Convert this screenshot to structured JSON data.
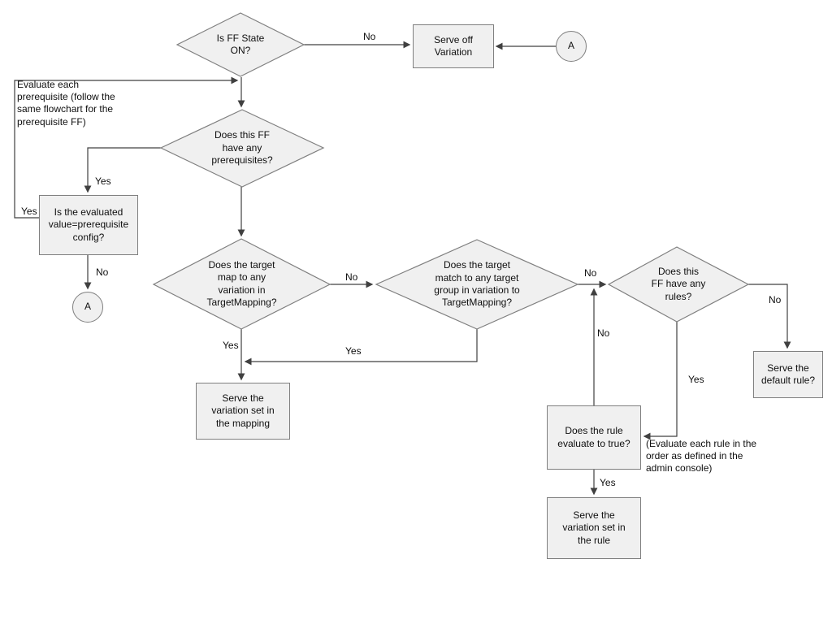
{
  "diagram": {
    "type": "flowchart",
    "subject": "Feature flag (FF) evaluation flow"
  },
  "nodes": {
    "d_ff_state": {
      "shape": "decision",
      "text": "Is FF State\nON?"
    },
    "p_serve_off": {
      "shape": "process",
      "text": "Serve off\nVariation"
    },
    "c_a_top": {
      "shape": "connector",
      "text": "A"
    },
    "d_prereqs": {
      "shape": "decision",
      "text": "Does this FF\nhave any\nprerequisites?"
    },
    "p_prereq_config": {
      "shape": "process",
      "text": "Is the evaluated\nvalue=prerequisite\nconfig?"
    },
    "c_a_left": {
      "shape": "connector",
      "text": "A"
    },
    "d_target_map": {
      "shape": "decision",
      "text": "Does the target\nmap to any\nvariation in\nTargetMapping?"
    },
    "d_target_group": {
      "shape": "decision",
      "text": "Does the target\nmatch to any target\ngroup in variation to\nTargetMapping?"
    },
    "d_rules": {
      "shape": "decision",
      "text": "Does this\nFF have any\nrules?"
    },
    "p_serve_mapping": {
      "shape": "process",
      "text": "Serve the\nvariation set in\nthe mapping"
    },
    "p_rule_true": {
      "shape": "process",
      "text": "Does the rule\nevaluate to true?"
    },
    "p_serve_rule": {
      "shape": "process",
      "text": "Serve the\nvariation set in\nthe rule"
    },
    "p_default_rule": {
      "shape": "process",
      "text": "Serve the\ndefault rule?"
    }
  },
  "edge_labels": {
    "no_ff_off": "No",
    "yes_prereq_loop": "Yes",
    "yes_has_prereqs": "Yes",
    "no_prereq_config": "No",
    "no_target_map": "No",
    "yes_target_map": "Yes",
    "yes_target_group": "Yes",
    "no_target_group": "No",
    "no_rule_loop": "No",
    "no_rules": "No",
    "yes_rules": "Yes",
    "yes_rule_true": "Yes"
  },
  "annotations": {
    "prereq_note": "Evaluate each\nprerequisite (follow the\nsame flowchart for the\nprerequisite FF)",
    "rule_order_note": "(Evaluate each rule in the\norder as defined in the\nadmin console)"
  },
  "colors": {
    "shape_fill": "#f0f0f0",
    "shape_border": "#7f7f7f",
    "line": "#404040",
    "text": "#0f0f0f",
    "background": "#ffffff"
  }
}
